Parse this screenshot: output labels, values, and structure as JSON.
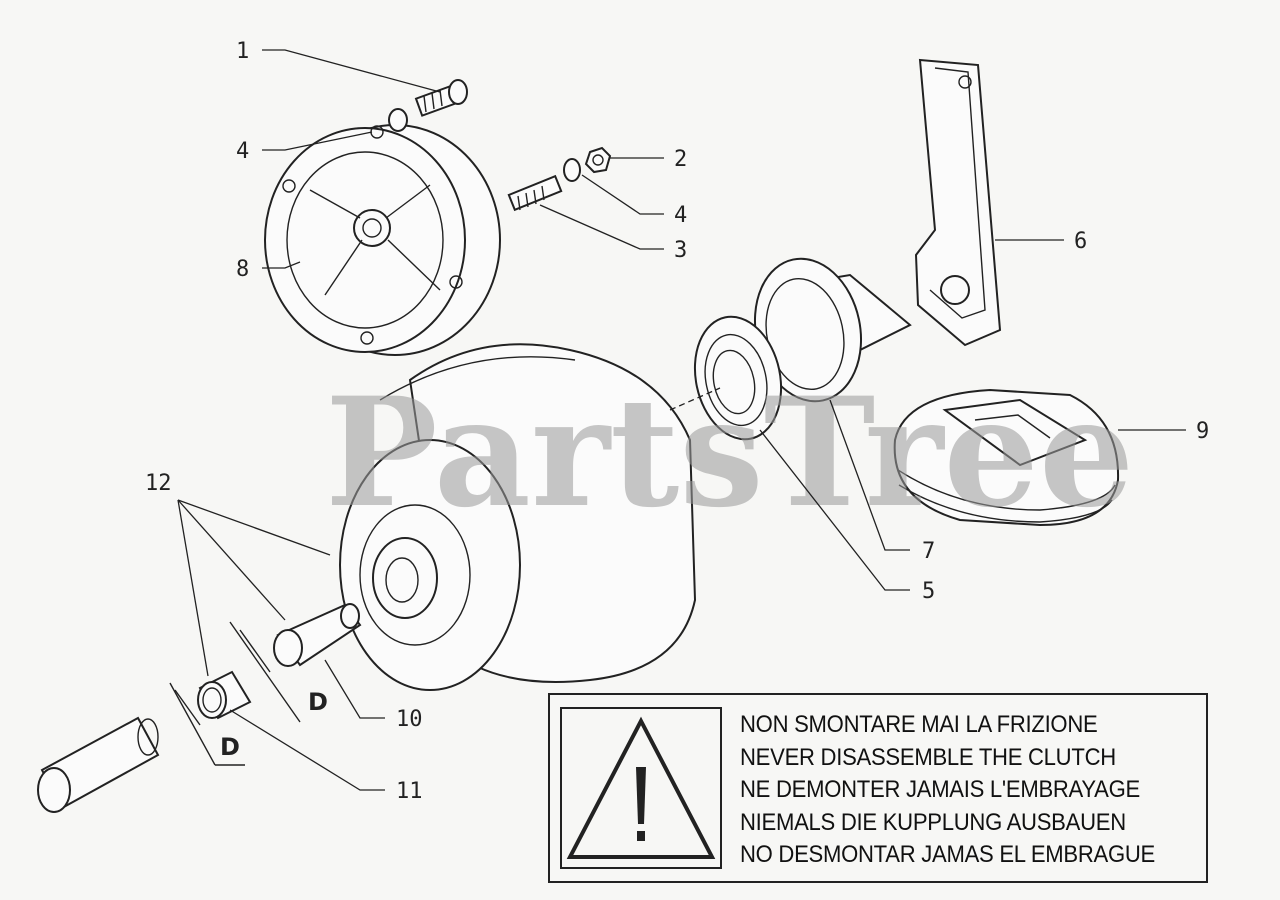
{
  "diagram": {
    "callouts": [
      {
        "id": "1",
        "label": "1"
      },
      {
        "id": "4a",
        "label": "4"
      },
      {
        "id": "8",
        "label": "8"
      },
      {
        "id": "2",
        "label": "2"
      },
      {
        "id": "4b",
        "label": "4"
      },
      {
        "id": "3",
        "label": "3"
      },
      {
        "id": "6",
        "label": "6"
      },
      {
        "id": "9",
        "label": "9"
      },
      {
        "id": "12",
        "label": "12"
      },
      {
        "id": "7",
        "label": "7"
      },
      {
        "id": "5",
        "label": "5"
      },
      {
        "id": "10",
        "label": "10"
      },
      {
        "id": "11",
        "label": "11"
      }
    ],
    "dimension_labels": [
      "D",
      "D"
    ],
    "watermark": "PartsTree"
  },
  "warning": {
    "lines": [
      "NON SMONTARE MAI LA FRIZIONE",
      "NEVER DISASSEMBLE THE CLUTCH",
      "NE DEMONTER JAMAIS L'EMBRAYAGE",
      "NIEMALS DIE KUPPLUNG AUSBAUEN",
      "NO DESMONTAR JAMAS EL EMBRAGUE"
    ],
    "icon": "warning-triangle-icon"
  }
}
